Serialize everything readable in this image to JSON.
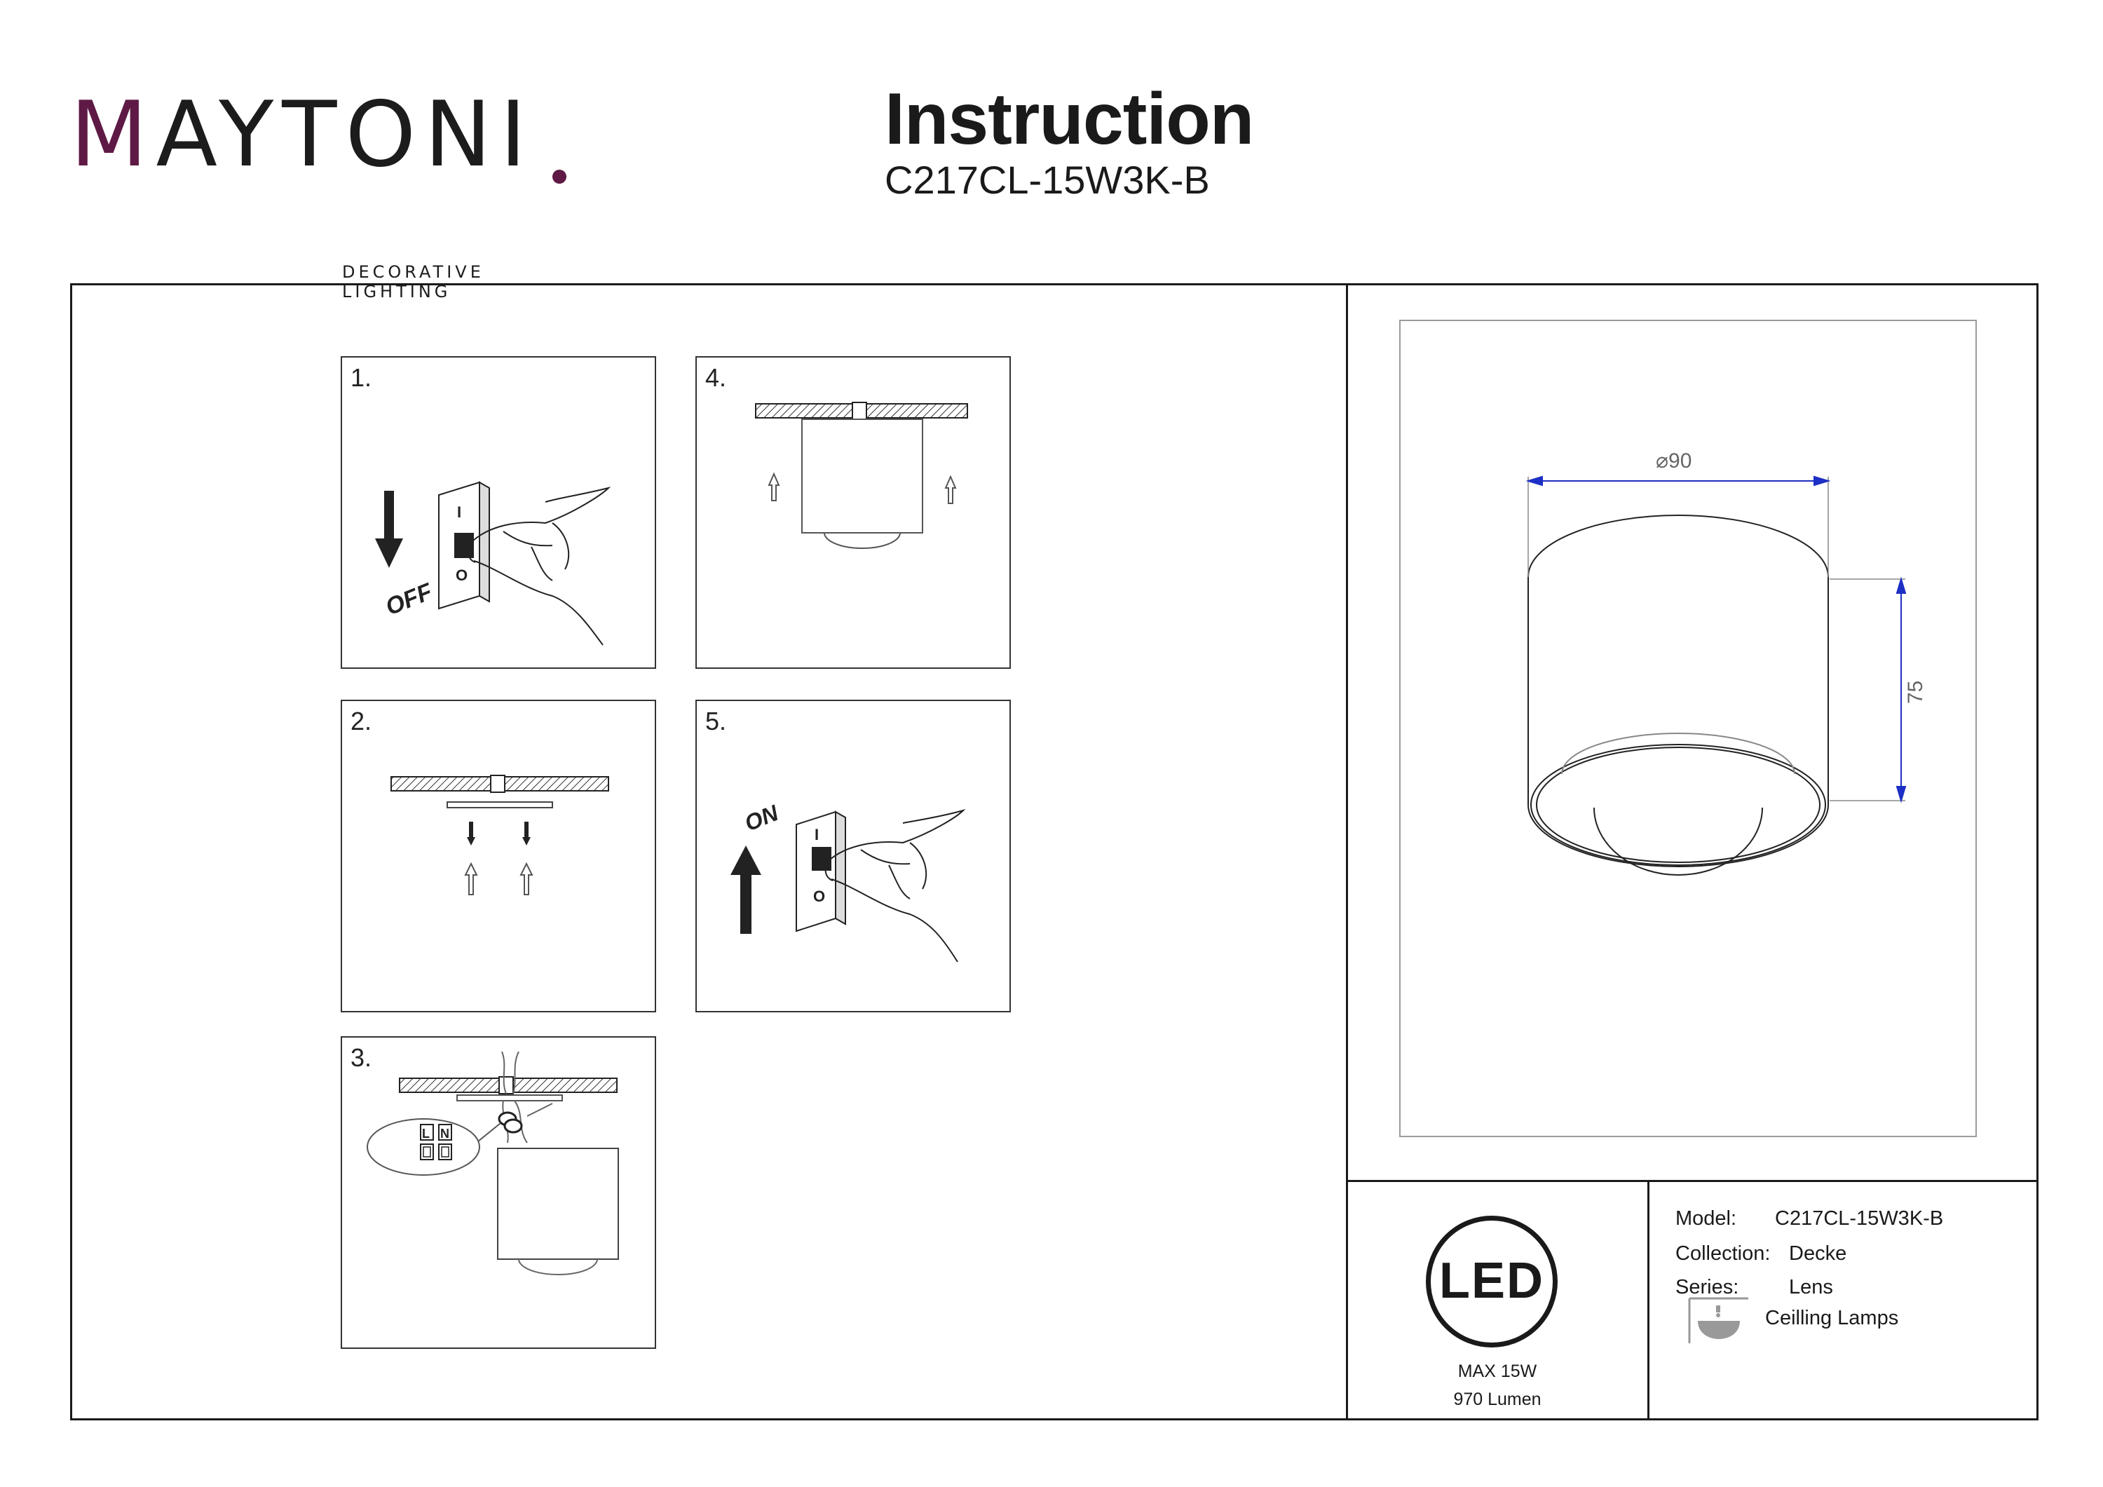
{
  "header": {
    "brand_prefix": "M",
    "brand_rest": "AYTONI",
    "brand_tagline": "DECORATIVE LIGHTING",
    "title": "Instruction",
    "model_code": "C217CL-15W3K-B"
  },
  "steps": [
    {
      "number": "1.",
      "off_label": "OFF",
      "switch_on": "I",
      "switch_off": "O"
    },
    {
      "number": "2."
    },
    {
      "number": "3.",
      "terminal_l": "L",
      "terminal_n": "N"
    },
    {
      "number": "4."
    },
    {
      "number": "5.",
      "on_label": "ON",
      "switch_on": "I",
      "switch_off": "O"
    }
  ],
  "drawing": {
    "diameter_label": "⌀90",
    "height_label": "75"
  },
  "led": {
    "badge": "LED",
    "power": "MAX 15W",
    "lumen": "970 Lumen"
  },
  "specs": {
    "model_label": "Model:",
    "model_value": "C217CL-15W3K-B",
    "collection_label": "Collection:",
    "collection_value": "Decke",
    "series_label": "Series:",
    "series_value": "Lens",
    "category": "Ceilling Lamps"
  },
  "colors": {
    "brand_accent": "#5e1a45",
    "dimension_arrow": "#1d2fc4",
    "line": "#1a1a1a"
  }
}
